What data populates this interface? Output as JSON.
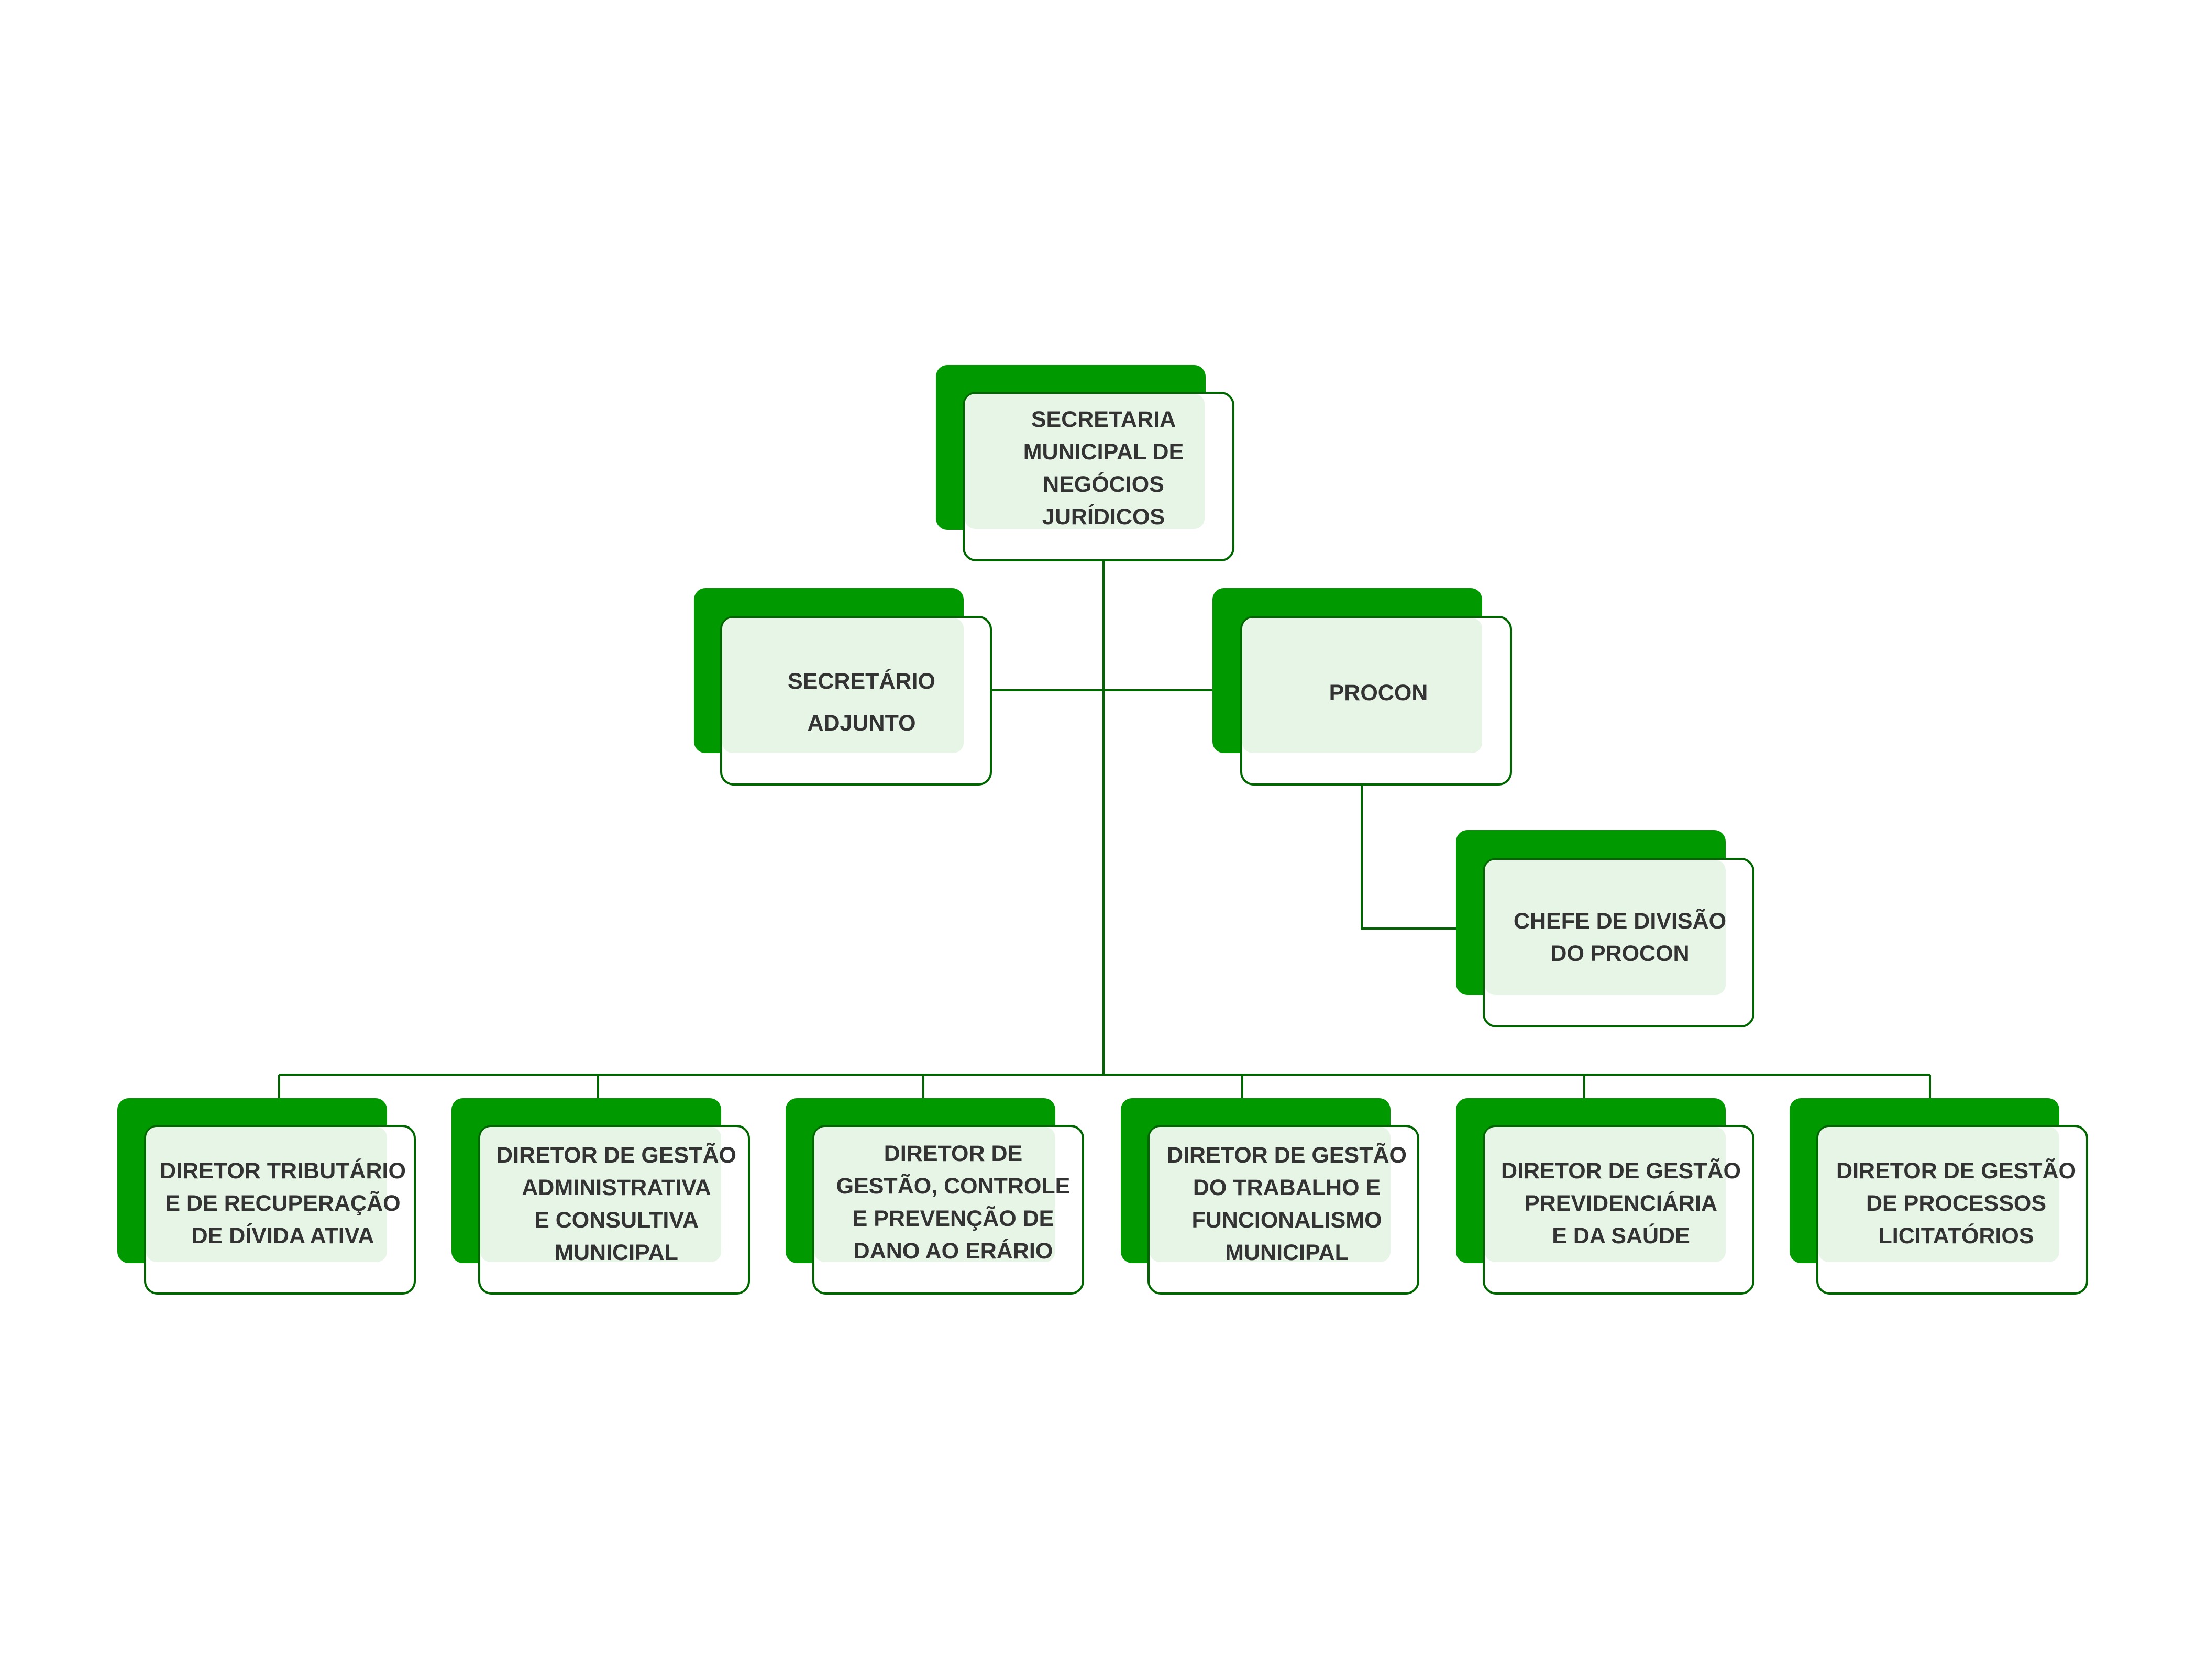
{
  "colors": {
    "shadow": "#009900",
    "tint": "#e6f5e6",
    "border": "#006600",
    "line": "#006600",
    "text": "#333333"
  },
  "nodes": {
    "secretaria": {
      "lines": [
        "SECRETARIA",
        "MUNICIPAL DE",
        "NEGÓCIOS",
        "JURÍDICOS"
      ]
    },
    "secretario_adjunto": {
      "lines": [
        "SECRETÁRIO",
        "ADJUNTO"
      ]
    },
    "procon": {
      "lines": [
        "PROCON"
      ]
    },
    "chefe_procon": {
      "lines": [
        "CHEFE DE DIVISÃO",
        "DO PROCON"
      ]
    },
    "diretor_tributario": {
      "lines": [
        "DIRETOR TRIBUTÁRIO",
        "E DE RECUPERAÇÃO",
        "DE DÍVIDA ATIVA"
      ]
    },
    "diretor_administrativa": {
      "lines": [
        "DIRETOR DE GESTÃO",
        "ADMINISTRATIVA",
        "E CONSULTIVA",
        "MUNICIPAL"
      ]
    },
    "diretor_controle": {
      "lines": [
        "DIRETOR DE",
        "GESTÃO, CONTROLE",
        "E PREVENÇÃO DE",
        "DANO AO ERÁRIO"
      ]
    },
    "diretor_trabalho": {
      "lines": [
        "DIRETOR DE GESTÃO",
        "DO TRABALHO E",
        "FUNCIONALISMO",
        "MUNICIPAL"
      ]
    },
    "diretor_previdenciaria": {
      "lines": [
        "DIRETOR DE GESTÃO",
        "PREVIDENCIÁRIA",
        "E DA SAÚDE"
      ]
    },
    "diretor_licitatorios": {
      "lines": [
        "DIRETOR DE GESTÃO",
        "DE PROCESSOS",
        "LICITATÓRIOS"
      ]
    }
  }
}
